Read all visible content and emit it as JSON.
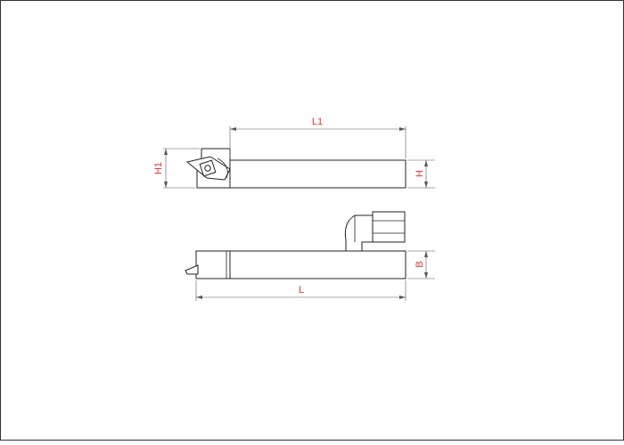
{
  "dimensions": {
    "l1": "L1",
    "h1": "H1",
    "h": "H",
    "b": "B",
    "l": "L"
  },
  "colors": {
    "dimension_text": "#e8342f",
    "outline": "#222222",
    "dimension_line": "#555555",
    "border": "#333333"
  }
}
